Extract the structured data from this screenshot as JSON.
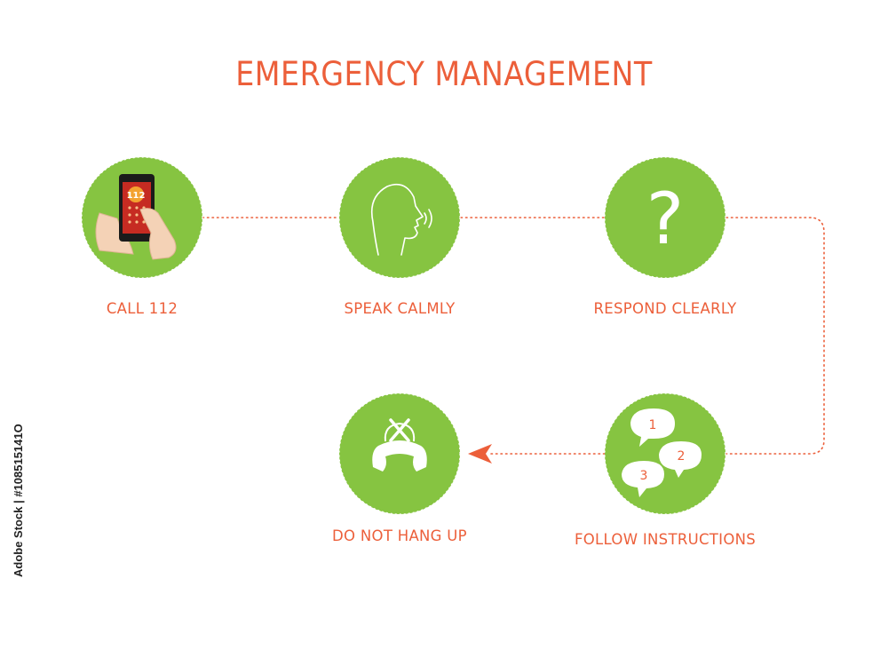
{
  "title": "EMERGENCY MANAGEMENT",
  "colors": {
    "circle": "#86c441",
    "accent": "#ec5f3a",
    "line": "#ffffff"
  },
  "steps": [
    {
      "label": "CALL 112",
      "icon": "phone-dial-icon",
      "screen_text": "112"
    },
    {
      "label": "SPEAK CALMLY",
      "icon": "speaking-head-icon"
    },
    {
      "label": "RESPOND CLEARLY",
      "icon": "question-mark-icon",
      "glyph": "?"
    },
    {
      "label": "FOLLOW INSTRUCTIONS",
      "icon": "numbered-speech-bubbles-icon",
      "bubbles": [
        "1",
        "2",
        "3"
      ]
    },
    {
      "label": "DO NOT HANG UP",
      "icon": "handset-crossed-icon"
    }
  ],
  "stock_id": "Adobe Stock | #108515141O"
}
